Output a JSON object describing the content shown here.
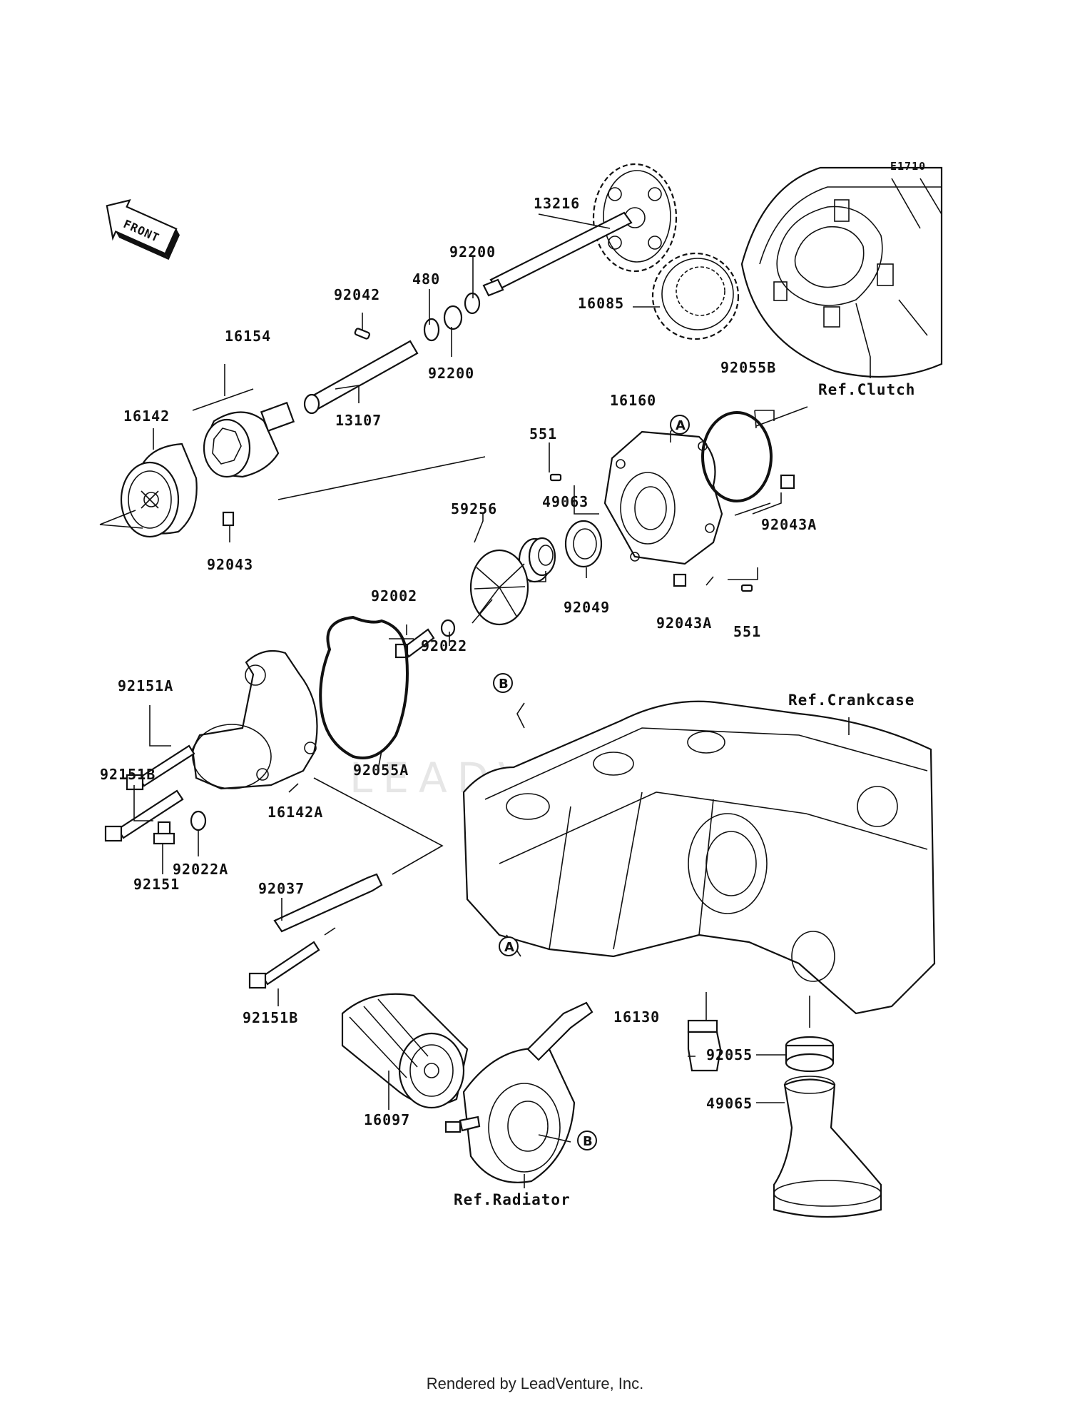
{
  "diagram": {
    "code": "E1710",
    "front_label": "FRONT",
    "watermark": "LEADVENTURE",
    "parts": [
      "13216",
      "92200",
      "480",
      "92042",
      "16154",
      "16085",
      "92200",
      "13107",
      "16142",
      "92055B",
      "16160",
      "551",
      "49063",
      "59256",
      "92043A",
      "92043",
      "92002",
      "92049",
      "92043A",
      "551",
      "92151A",
      "92022",
      "92055A",
      "92151B",
      "16142A",
      "92151",
      "92022A",
      "92037",
      "92151B",
      "16130",
      "16097",
      "92055",
      "49065"
    ],
    "references": [
      "Ref.Clutch",
      "Ref.Crankcase",
      "Ref.Radiator"
    ],
    "callouts": [
      "A",
      "B",
      "A",
      "B"
    ]
  },
  "footer": {
    "text": "Rendered by LeadVenture, Inc."
  }
}
